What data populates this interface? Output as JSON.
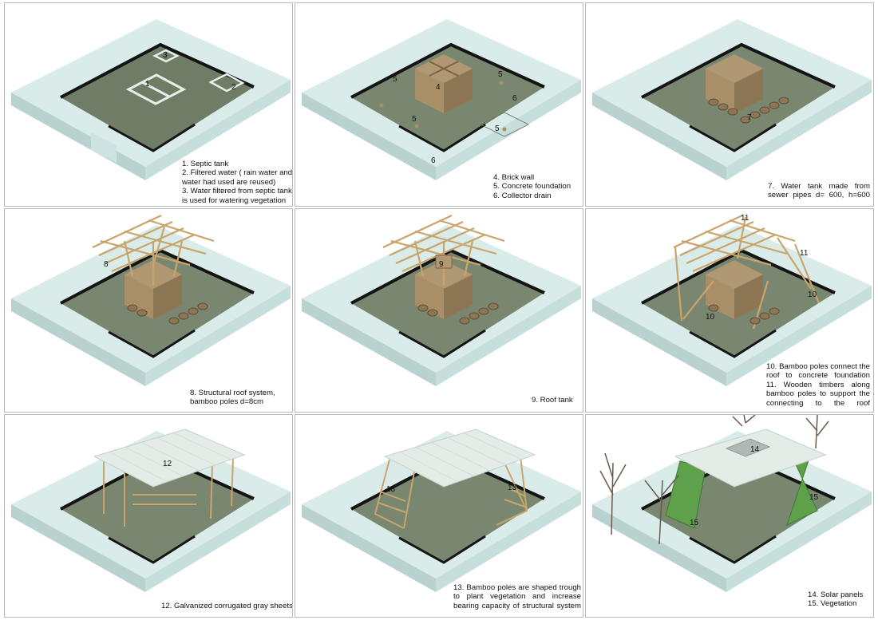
{
  "panels": [
    {
      "id": "p1",
      "numbers": [
        "1",
        "2",
        "3"
      ],
      "caption": [
        "1. Septic tank",
        "2. Filtered water ( rain water and",
        "water had used are reused)",
        "3. Water filtered from septic tank",
        "is used for watering vegetation"
      ]
    },
    {
      "id": "p2",
      "numbers": [
        "4",
        "5",
        "5",
        "5",
        "5",
        "6",
        "6"
      ],
      "caption": [
        "4. Brick wall",
        "5. Concrete foundation",
        "6. Collector drain"
      ]
    },
    {
      "id": "p3",
      "numbers": [
        "7"
      ],
      "caption": [
        "7.  Water  tank  made  from",
        "sewer pipes d= 600, h=600"
      ]
    },
    {
      "id": "p4",
      "numbers": [
        "8"
      ],
      "caption": [
        "8. Structural roof system,",
        "bamboo poles d=8cm"
      ]
    },
    {
      "id": "p5",
      "numbers": [
        "9"
      ],
      "caption": [
        "9. Roof tank"
      ]
    },
    {
      "id": "p6",
      "numbers": [
        "11",
        "11",
        "10",
        "10"
      ],
      "caption": [
        "10. Bamboo poles connect the",
        "roof to concrete foundation",
        "11.  Wooden  timbers  along",
        "bamboo poles to support the",
        "connecting to the roof"
      ]
    },
    {
      "id": "p7",
      "numbers": [
        "12"
      ],
      "caption": [
        "12. Galvanized corrugated gray sheets"
      ]
    },
    {
      "id": "p8",
      "numbers": [
        "13",
        "13"
      ],
      "caption": [
        "13. Bamboo poles are shaped trough",
        "to plant vegetation and increase",
        "bearing capacity of structural system"
      ]
    },
    {
      "id": "p9",
      "numbers": [
        "14",
        "15",
        "15"
      ],
      "caption": [
        "14. Solar panels",
        "15. Vegetation"
      ]
    }
  ],
  "colors": {
    "site_white": "#d9ecea",
    "site_shadow": "#b9d2d0",
    "ground_green": "#6f7d66",
    "ground_light": "#7f8c75",
    "drain_black": "#141414",
    "brick": "#a88f68",
    "brick_dark": "#7a6448",
    "bamboo": "#c9a56b",
    "roof_sheet": "#e4ece8",
    "vegetation": "#5fa04a",
    "tree": "#6b5a4c"
  }
}
